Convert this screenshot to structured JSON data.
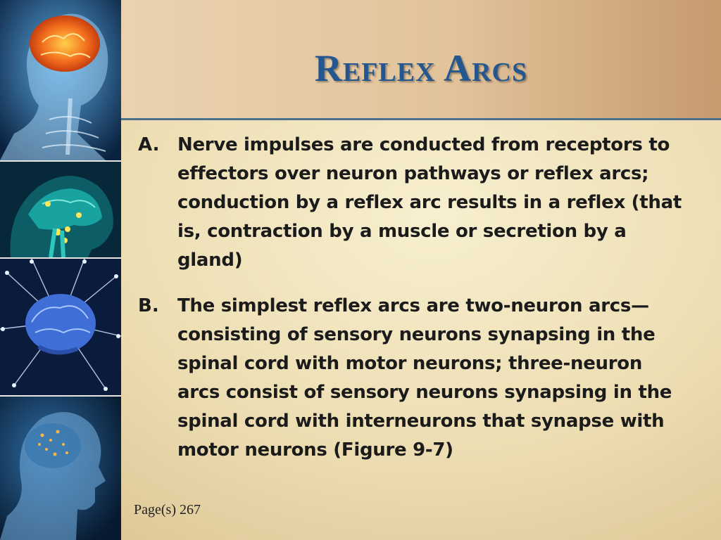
{
  "slide": {
    "title": "Reflex Arcs",
    "items": [
      {
        "marker": "A.",
        "text": "Nerve impulses are conducted from receptors to effectors over neuron pathways or reflex arcs; conduction by a reflex arc results in a reflex (that is, contraction by a muscle or secretion by a gland)"
      },
      {
        "marker": "B.",
        "text": "The simplest reflex arcs are two-neuron arcs—consisting of sensory neurons synapsing in the spinal cord with motor neurons; three-neuron arcs consist of sensory neurons synapsing in the spinal cord with interneurons that synapse with motor neurons (Figure 9-7)"
      }
    ],
    "footer": "Page(s) 267"
  },
  "side_images": [
    {
      "icon": "brain-skeleton-icon"
    },
    {
      "icon": "brain-section-icon"
    },
    {
      "icon": "brain-neurons-icon"
    },
    {
      "icon": "head-profile-icon"
    }
  ],
  "colors": {
    "title": "#24578f",
    "body_text": "#1b1b1b",
    "rule": "#4d6f8e",
    "strip_bg": "#0c1a2c"
  }
}
